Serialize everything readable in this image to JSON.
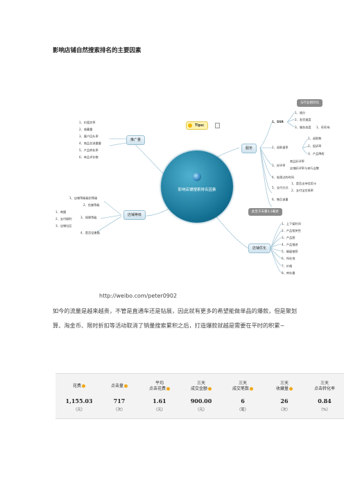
{
  "title": "影响店铺自然搜索排名的主要因素",
  "mindmap": {
    "center": "影响店铺搜索排名因素",
    "tips": "Tips:",
    "nodes": {
      "service": "服务",
      "promotion": "推广量",
      "store_level": "店铺等级",
      "product_opt": "店铺优化"
    },
    "callouts": {
      "dsr": "与行业相对比",
      "seven_days": "此至于天重3,1载述"
    },
    "service_items": {
      "dsr": "1、DSR",
      "dsr_subs": [
        "1、描分",
        "2、发货速度",
        "3、服务态度"
      ],
      "dsr_extra": "1、旺旺响",
      "refund": "2、退款速率",
      "refund_subs": [
        "1、退款数",
        "2、投诉率",
        "3、产品降权"
      ],
      "good_review": "3、好评率",
      "good_review_subs": [
        "商品好评率",
        "店铺好评率与本行业整"
      ],
      "after_sale": "4、处理过的时间",
      "payment": "5、支付方式",
      "payment_subs": [
        "1、是否支持信用卡",
        "2、支付宝交易率"
      ],
      "complaint": "6、售后退量"
    },
    "promotion_items": [
      "1、价值交率",
      "2、收藏量",
      "3、客户回头率",
      "4、商品总流量量",
      "5、产品转化率",
      "6、单品评价数"
    ],
    "store_level_items": {
      "a": "1、店铺等级级别等级",
      "b": "2、信誉等级",
      "subs": [
        "1、商盟",
        "2、支付顺利",
        "3、店铺社区"
      ],
      "c": "3、保障等级",
      "d": "4、是否征缴猫"
    },
    "product_opt_items": [
      "1、上下架时间",
      "2、产品相关性",
      "3、产品图",
      "4、产品描述",
      "5、橱窗推荐",
      "6、所在地",
      "7、价格",
      "8、库存量"
    ]
  },
  "url": "http://weibo.com/peter0902",
  "paragraph": "如今的流量是越来越贵，不管是直通车还是钻展，因此就有更多的希望能做单品的爆款，但是聚划算、淘金币、限时折扣等活动取消了销量搜索累积之后，打造爆款就越是需要在平时的积累~",
  "stats": [
    {
      "label": "花费",
      "lines": [
        "花费"
      ],
      "value": "1,155.03",
      "unit": "（元）"
    },
    {
      "label": "点击量",
      "lines": [
        "点击量"
      ],
      "value": "717",
      "unit": "（次）"
    },
    {
      "label": "平均点击花费",
      "lines": [
        "平均",
        "点击花费"
      ],
      "value": "1.61",
      "unit": "（元）"
    },
    {
      "label": "三天成交金额",
      "lines": [
        "三天",
        "成交金额"
      ],
      "value": "900.00",
      "unit": "（元）"
    },
    {
      "label": "三天成交笔数",
      "lines": [
        "三天",
        "成交笔数"
      ],
      "value": "6",
      "unit": "（笔）"
    },
    {
      "label": "三天收藏量",
      "lines": [
        "三天",
        "收藏量"
      ],
      "value": "26",
      "unit": "（次）"
    },
    {
      "label": "三天点击转化率",
      "lines": [
        "三天",
        "点击转化率"
      ],
      "value": "0.84",
      "unit": "（%）"
    }
  ],
  "colors": {
    "accent": "#1a7a9c",
    "callout": "#8b8b8b",
    "stats_bg": "#f3f3f3",
    "question_icon": "#f0a818"
  }
}
